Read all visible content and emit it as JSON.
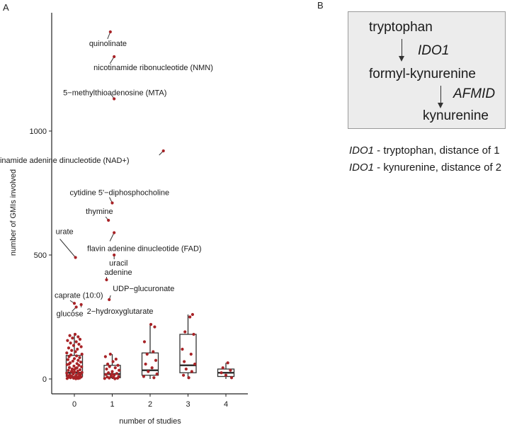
{
  "panels": {
    "a": "A",
    "b": "B"
  },
  "chart_data": {
    "type": "scatter",
    "xlabel": "number of studies",
    "ylabel": "number of GMIs involved",
    "categories": [
      "0",
      "1",
      "2",
      "3",
      "4"
    ],
    "ylim": [
      -60,
      1480
    ],
    "yticks": [
      0,
      500,
      1000
    ],
    "grid": false,
    "point_color": "#a82327",
    "box_color": "#333333",
    "boxes": [
      {
        "x": 0,
        "q1": 10,
        "median": 25,
        "q3": 95,
        "low": 0,
        "high": 185
      },
      {
        "x": 1,
        "q1": 5,
        "median": 20,
        "q3": 55,
        "low": 0,
        "high": 100
      },
      {
        "x": 2,
        "q1": 15,
        "median": 35,
        "q3": 105,
        "low": 0,
        "high": 220
      },
      {
        "x": 3,
        "q1": 25,
        "median": 55,
        "q3": 180,
        "low": 0,
        "high": 260
      },
      {
        "x": 4,
        "q1": 10,
        "median": 25,
        "q3": 40,
        "low": 0,
        "high": 65
      }
    ],
    "labeled_points": [
      {
        "x": 0.03,
        "y": 490,
        "label": "urate"
      },
      {
        "x": 0.0,
        "y": 305,
        "label": "caprate (10:0)"
      },
      {
        "x": 0.05,
        "y": 290,
        "label": "glucose"
      },
      {
        "x": 0.18,
        "y": 300,
        "label": "2−hydroxyglutarate"
      },
      {
        "x": 0.95,
        "y": 1400,
        "label": "quinolinate"
      },
      {
        "x": 1.05,
        "y": 1300,
        "label": "nicotinamide ribonucleotide (NMN)"
      },
      {
        "x": 1.05,
        "y": 1130,
        "label": "5−methylthioadenosine (MTA)"
      },
      {
        "x": 2.35,
        "y": 920,
        "label": "nicotinamide adenine dinucleotide (NAD+)"
      },
      {
        "x": 1.0,
        "y": 710,
        "label": "cytidine 5'−diphosphocholine"
      },
      {
        "x": 0.9,
        "y": 640,
        "label": "thymine"
      },
      {
        "x": 1.05,
        "y": 590,
        "label": "flavin adenine dinucleotide (FAD)"
      },
      {
        "x": 1.05,
        "y": 500,
        "label": "uracil"
      },
      {
        "x": 0.85,
        "y": 400,
        "label": "adenine"
      },
      {
        "x": 0.92,
        "y": 320,
        "label": "UDP−glucuronate"
      }
    ],
    "points": [
      {
        "x": 0.02,
        "y": 180
      },
      {
        "x": -0.12,
        "y": 175
      },
      {
        "x": 0.1,
        "y": 170
      },
      {
        "x": -0.05,
        "y": 165
      },
      {
        "x": 0.15,
        "y": 160
      },
      {
        "x": -0.18,
        "y": 155
      },
      {
        "x": 0.05,
        "y": 150
      },
      {
        "x": -0.1,
        "y": 145
      },
      {
        "x": 0.12,
        "y": 140
      },
      {
        "x": -0.02,
        "y": 135
      },
      {
        "x": 0.18,
        "y": 130
      },
      {
        "x": -0.15,
        "y": 125
      },
      {
        "x": 0.08,
        "y": 120
      },
      {
        "x": -0.07,
        "y": 115
      },
      {
        "x": 0.03,
        "y": 110
      },
      {
        "x": -0.2,
        "y": 105
      },
      {
        "x": 0.2,
        "y": 100
      },
      {
        "x": -0.09,
        "y": 97
      },
      {
        "x": 0.06,
        "y": 93
      },
      {
        "x": -0.14,
        "y": 90
      },
      {
        "x": 0.14,
        "y": 86
      },
      {
        "x": 0.0,
        "y": 82
      },
      {
        "x": -0.17,
        "y": 78
      },
      {
        "x": 0.1,
        "y": 75
      },
      {
        "x": -0.04,
        "y": 72
      },
      {
        "x": 0.17,
        "y": 68
      },
      {
        "x": -0.11,
        "y": 65
      },
      {
        "x": 0.07,
        "y": 62
      },
      {
        "x": -0.19,
        "y": 58
      },
      {
        "x": 0.12,
        "y": 55
      },
      {
        "x": -0.01,
        "y": 52
      },
      {
        "x": 0.19,
        "y": 49
      },
      {
        "x": -0.13,
        "y": 46
      },
      {
        "x": 0.04,
        "y": 43
      },
      {
        "x": -0.06,
        "y": 40
      },
      {
        "x": 0.15,
        "y": 37
      },
      {
        "x": -0.16,
        "y": 35
      },
      {
        "x": 0.09,
        "y": 32
      },
      {
        "x": -0.08,
        "y": 30
      },
      {
        "x": 0.01,
        "y": 28
      },
      {
        "x": 0.2,
        "y": 26
      },
      {
        "x": -0.2,
        "y": 24
      },
      {
        "x": 0.11,
        "y": 22
      },
      {
        "x": -0.03,
        "y": 20
      },
      {
        "x": 0.16,
        "y": 18
      },
      {
        "x": -0.12,
        "y": 16
      },
      {
        "x": 0.05,
        "y": 15
      },
      {
        "x": -0.18,
        "y": 13
      },
      {
        "x": 0.13,
        "y": 12
      },
      {
        "x": -0.07,
        "y": 10
      },
      {
        "x": 0.02,
        "y": 9
      },
      {
        "x": 0.18,
        "y": 8
      },
      {
        "x": -0.15,
        "y": 7
      },
      {
        "x": 0.08,
        "y": 6
      },
      {
        "x": -0.1,
        "y": 5
      },
      {
        "x": 0.14,
        "y": 4
      },
      {
        "x": -0.02,
        "y": 3
      },
      {
        "x": -0.19,
        "y": 2
      },
      {
        "x": 0.1,
        "y": 2
      },
      {
        "x": 0.04,
        "y": 1
      },
      {
        "x": -0.06,
        "y": 30
      },
      {
        "x": 0.07,
        "y": 45
      },
      {
        "x": -0.14,
        "y": 60
      },
      {
        "x": 0.17,
        "y": 20
      },
      {
        "x": -0.09,
        "y": 12
      },
      {
        "x": 0.0,
        "y": 38
      },
      {
        "x": 0.95,
        "y": 100
      },
      {
        "x": 0.82,
        "y": 90
      },
      {
        "x": 1.1,
        "y": 80
      },
      {
        "x": 1.02,
        "y": 70
      },
      {
        "x": 0.88,
        "y": 60
      },
      {
        "x": 1.15,
        "y": 55
      },
      {
        "x": 0.93,
        "y": 50
      },
      {
        "x": 1.08,
        "y": 45
      },
      {
        "x": 0.85,
        "y": 40
      },
      {
        "x": 1.18,
        "y": 35
      },
      {
        "x": 1.0,
        "y": 30
      },
      {
        "x": 0.9,
        "y": 25
      },
      {
        "x": 1.12,
        "y": 22
      },
      {
        "x": 0.83,
        "y": 18
      },
      {
        "x": 1.05,
        "y": 15
      },
      {
        "x": 0.97,
        "y": 12
      },
      {
        "x": 1.17,
        "y": 10
      },
      {
        "x": 0.87,
        "y": 8
      },
      {
        "x": 1.03,
        "y": 6
      },
      {
        "x": 0.92,
        "y": 4
      },
      {
        "x": 1.14,
        "y": 3
      },
      {
        "x": 0.8,
        "y": 2
      },
      {
        "x": 1.07,
        "y": 1
      },
      {
        "x": 0.99,
        "y": 20
      },
      {
        "x": 2.02,
        "y": 220
      },
      {
        "x": 2.12,
        "y": 210
      },
      {
        "x": 1.85,
        "y": 150
      },
      {
        "x": 2.08,
        "y": 110
      },
      {
        "x": 1.92,
        "y": 100
      },
      {
        "x": 2.15,
        "y": 75
      },
      {
        "x": 1.88,
        "y": 60
      },
      {
        "x": 2.05,
        "y": 45
      },
      {
        "x": 1.95,
        "y": 30
      },
      {
        "x": 2.18,
        "y": 20
      },
      {
        "x": 1.83,
        "y": 10
      },
      {
        "x": 2.1,
        "y": 5
      },
      {
        "x": 3.12,
        "y": 260
      },
      {
        "x": 3.05,
        "y": 250
      },
      {
        "x": 2.92,
        "y": 190
      },
      {
        "x": 3.15,
        "y": 180
      },
      {
        "x": 2.85,
        "y": 120
      },
      {
        "x": 3.08,
        "y": 100
      },
      {
        "x": 2.9,
        "y": 70
      },
      {
        "x": 3.18,
        "y": 60
      },
      {
        "x": 2.95,
        "y": 40
      },
      {
        "x": 3.1,
        "y": 30
      },
      {
        "x": 2.88,
        "y": 15
      },
      {
        "x": 3.02,
        "y": 5
      },
      {
        "x": 4.05,
        "y": 65
      },
      {
        "x": 3.92,
        "y": 45
      },
      {
        "x": 4.12,
        "y": 35
      },
      {
        "x": 3.88,
        "y": 25
      },
      {
        "x": 4.0,
        "y": 15
      },
      {
        "x": 4.15,
        "y": 5
      }
    ]
  },
  "pathway": {
    "step1": "tryptophan",
    "enzyme1": "IDO1",
    "step2": "formyl-kynurenine",
    "enzyme2": "AFMID",
    "step3": "kynurenine"
  },
  "notes": [
    {
      "gene": "IDO1",
      "text": " - tryptophan, distance of 1"
    },
    {
      "gene": "IDO1",
      "text": " - kynurenine, distance of 2"
    }
  ]
}
